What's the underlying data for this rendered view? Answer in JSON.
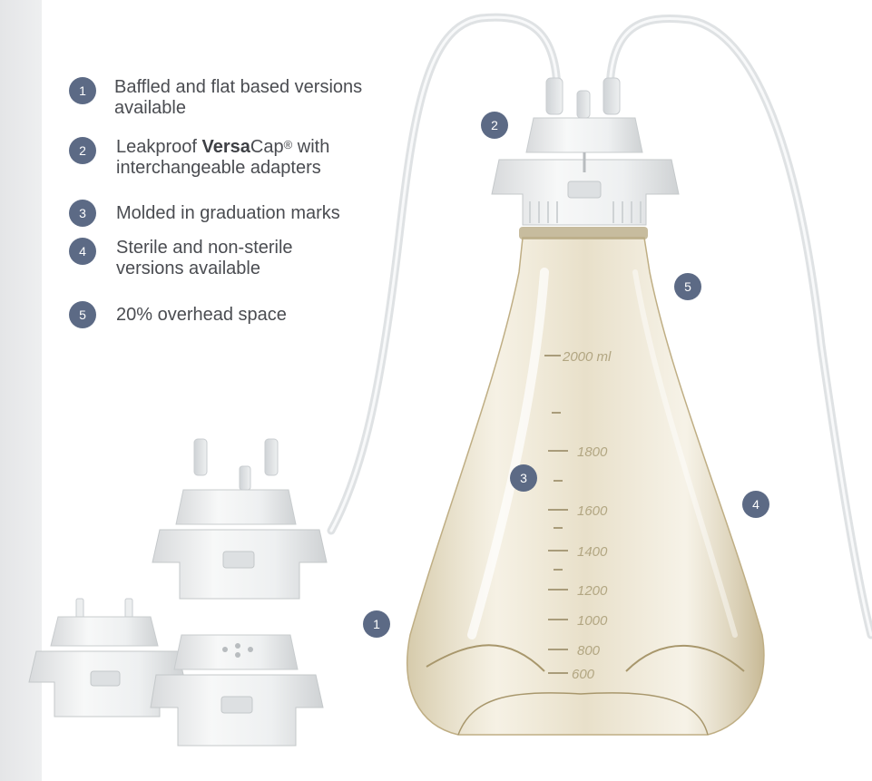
{
  "features": [
    {
      "number": "1",
      "line1": "Baffled and flat based versions",
      "line2": "available"
    },
    {
      "number": "2",
      "prefix": "Leakproof ",
      "brand_bold": "Versa",
      "brand_rest": "Cap",
      "registered": "®",
      "suffix": " with",
      "line2": "interchangeable adapters"
    },
    {
      "number": "3",
      "line1": "Molded in graduation marks"
    },
    {
      "number": "4",
      "line1": "Sterile and non-sterile",
      "line2": "versions available"
    },
    {
      "number": "5",
      "line1": "20% overhead space"
    }
  ],
  "callouts": [
    {
      "number": "1"
    },
    {
      "number": "2"
    },
    {
      "number": "3"
    },
    {
      "number": "4"
    },
    {
      "number": "5"
    }
  ],
  "graduations": [
    "2000 ml",
    "1800",
    "1600",
    "1400",
    "1200",
    "1000",
    "800",
    "600"
  ],
  "colors": {
    "badge": "#5c6a85",
    "text": "#4a4c51",
    "flask_tint": "#d8c9a4",
    "cap": "#eceeef"
  }
}
